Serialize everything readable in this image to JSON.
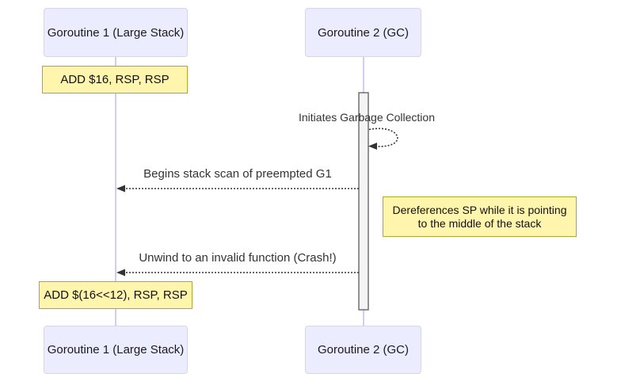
{
  "diagram": {
    "kind": "sequence-diagram",
    "participants": [
      {
        "label": "Goroutine 1 (Large Stack)"
      },
      {
        "label": "Goroutine 2 (GC)"
      }
    ],
    "messages": [
      {
        "text": "Initiates Garbage Collection",
        "from": "Goroutine 2 (GC)",
        "to": "Goroutine 2 (GC)",
        "line_style": "dashed",
        "self_message": true
      },
      {
        "text": "Begins stack scan of preempted G1",
        "from": "Goroutine 2 (GC)",
        "to": "Goroutine 1 (Large Stack)",
        "line_style": "dashed",
        "self_message": false
      },
      {
        "text": "Unwind to an invalid function (Crash!)",
        "from": "Goroutine 2 (GC)",
        "to": "Goroutine 1 (Large Stack)",
        "line_style": "dashed",
        "self_message": false
      }
    ],
    "notes": [
      {
        "text": "ADD $16, RSP, RSP",
        "placement": "over Goroutine 1 (Large Stack)"
      },
      {
        "text": "Dereferences SP while it is pointing to the middle of the stack",
        "lines": [
          "Dereferences SP while it is pointing",
          "to the middle of the stack"
        ],
        "placement": "right of Goroutine 2 (GC)"
      },
      {
        "text": "ADD $(16<<12), RSP, RSP",
        "placement": "over Goroutine 1 (Large Stack)"
      }
    ],
    "colors": {
      "participant_fill": "#ececff",
      "participant_border": "#d8d4ee",
      "note_fill": "#fff5ad",
      "note_border": "#aaaa33",
      "lifeline": "#d3cdf0",
      "activation_fill": "#f4f4f4",
      "activation_border": "#666666",
      "arrow": "#333333",
      "text": "#333333",
      "background": "#ffffff"
    }
  }
}
